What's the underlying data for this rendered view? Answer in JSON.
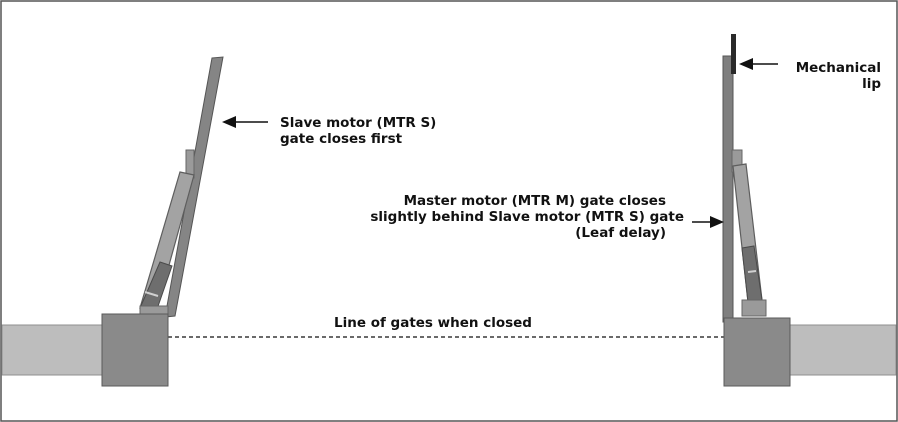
{
  "labels": {
    "slave_line1": "Slave motor (MTR S)",
    "slave_line2": "gate closes first",
    "master_line1": "Master motor (MTR M) gate closes",
    "master_line2": "slightly behind Slave motor (MTR S) gate",
    "master_line3": "(Leaf delay)",
    "lip_line1": "Mechanical",
    "lip_line2": "lip",
    "line_of_gates": "Line of gates when closed"
  },
  "colors": {
    "frame": "#555555",
    "wall": "#bdbdbd",
    "pillar": "#8a8a8a",
    "gate": "#7f7f7f",
    "lip": "#2a2a2a",
    "motor": "#9a9a9a",
    "text": "#111111"
  }
}
